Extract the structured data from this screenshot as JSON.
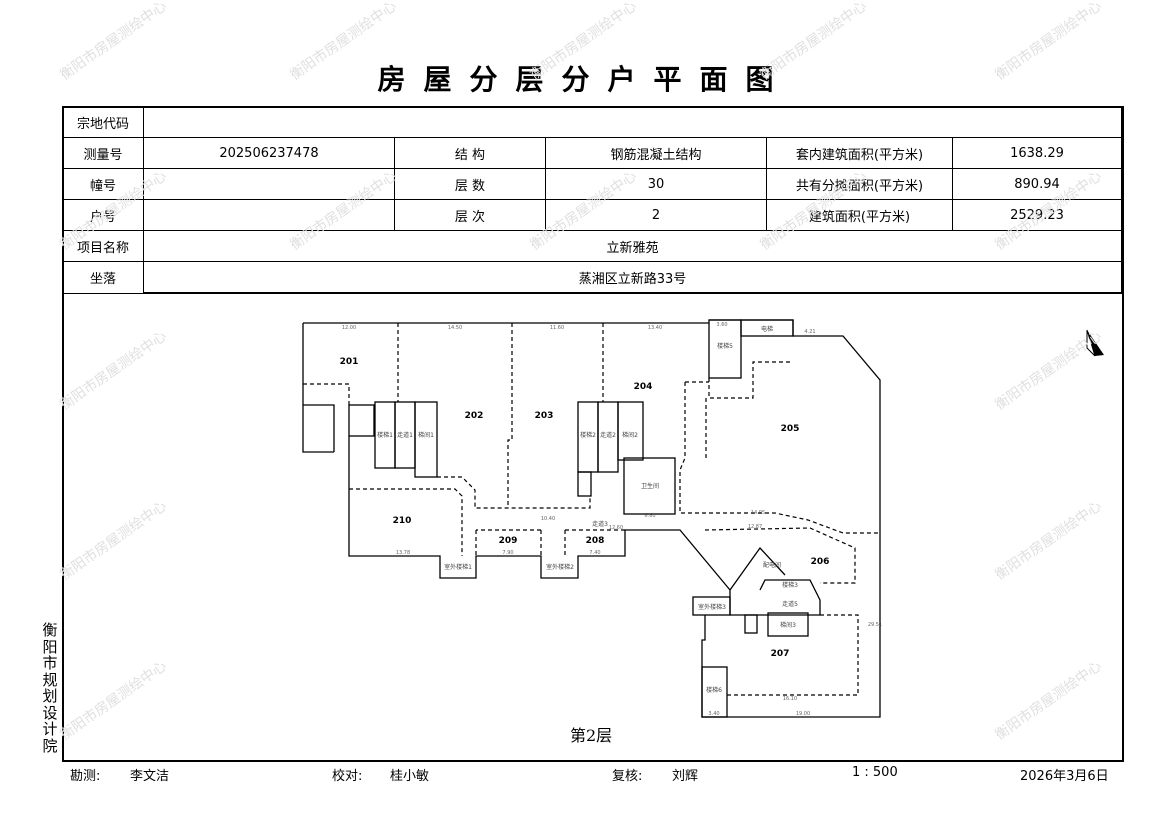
{
  "title": "房屋分层分户平面图",
  "watermark": "衡阳市房屋测绘中心",
  "table": {
    "parcel_code_label": "宗地代码",
    "parcel_code": "",
    "survey_no_label": "测量号",
    "survey_no": "202506237478",
    "structure_label": "结  构",
    "structure": "钢筋混凝土结构",
    "inner_area_label": "套内建筑面积(平方米)",
    "inner_area": "1638.29",
    "building_no_label": "幢号",
    "building_no": "",
    "floors_label": "层  数",
    "floors": "30",
    "shared_area_label": "共有分摊面积(平方米)",
    "shared_area": "890.94",
    "unit_no_label": "户号",
    "unit_no": "",
    "floor_label": "层  次",
    "floor": "2",
    "building_area_label": "建筑面积(平方米)",
    "building_area": "2529.23",
    "project_label": "项目名称",
    "project": "立新雅苑",
    "location_label": "坐落",
    "location": "蒸湘区立新路33号"
  },
  "plan": {
    "floor_caption": "第2层",
    "rooms": [
      "201",
      "202",
      "203",
      "204",
      "205",
      "206",
      "207",
      "208",
      "209",
      "210"
    ],
    "labels": {
      "stair1": "楼梯1",
      "corridor1": "走道1",
      "stair_room1": "梯间1",
      "stair2": "楼梯2",
      "corridor2": "走道2",
      "stair_room2": "梯间2",
      "toilet": "卫生间",
      "corridor3": "走道3",
      "ext_stair1": "室外楼梯1",
      "ext_stair2": "室外楼梯2",
      "ext_stair3": "室外楼梯3",
      "stair5": "楼梯5",
      "elevator": "电梯",
      "power_room": "配电间",
      "stair3": "楼梯3",
      "corridor5": "走道5",
      "stair_room3": "梯间3",
      "stair6": "楼梯6"
    },
    "dims": {
      "d1": "12.00",
      "d2": "14.50",
      "d3": "11.60",
      "d4": "13.40",
      "d5": "3.60",
      "d6": "4.21",
      "d7": "13.78",
      "d8": "7.90",
      "d9": "7.40",
      "d10": "12.60",
      "d11": "14.95",
      "d12": "12.87",
      "d13": "16.10",
      "d14": "19.00",
      "d15": "10.40",
      "d16": "3.40",
      "d17": "6.60",
      "d18": "29.51"
    }
  },
  "side_text": "衡阳市规划设计院",
  "footer": {
    "surveyor_label": "勘测:",
    "surveyor": "李文洁",
    "checker_label": "校对:",
    "checker": "桂小敏",
    "reviewer_label": "复核:",
    "reviewer": "刘辉",
    "scale": "1 : 500",
    "date": "2026年3月6日"
  }
}
